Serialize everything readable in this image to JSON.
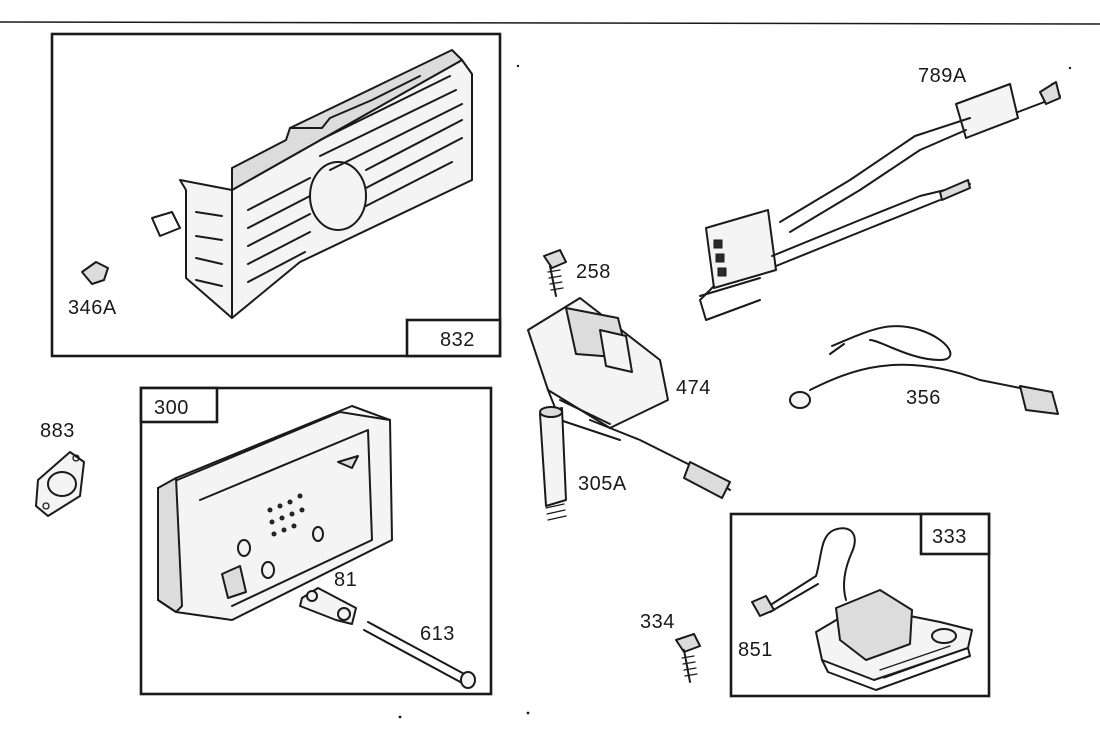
{
  "labels": {
    "p832": "832",
    "p346a": "346A",
    "p789a": "789A",
    "p258": "258",
    "p474": "474",
    "p356": "356",
    "p305a": "305A",
    "p883": "883",
    "p300": "300",
    "p81": "81",
    "p613": "613",
    "p333": "333",
    "p334": "334",
    "p851": "851"
  }
}
